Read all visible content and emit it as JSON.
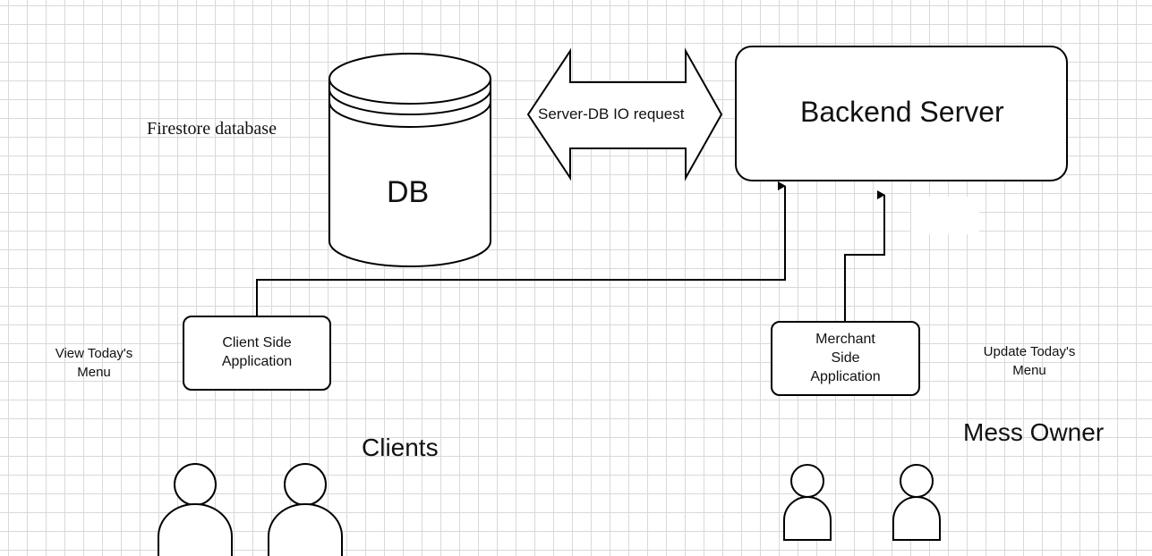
{
  "db": {
    "label": "DB",
    "caption": "Firestore database"
  },
  "io_arrow": {
    "label": "Server-DB IO request"
  },
  "server": {
    "label": "Backend Server"
  },
  "client_app": {
    "line1": "Client Side",
    "line2": "Application"
  },
  "merchant_app": {
    "line1": "Merchant",
    "line2": "Side",
    "line3": "Application"
  },
  "client_note": {
    "line1": "View Today's",
    "line2": "Menu"
  },
  "merchant_note": {
    "line1": "Update Today's",
    "line2": "Menu"
  },
  "clients_group": {
    "label": "Clients"
  },
  "owner_group": {
    "label": "Mess Owner"
  }
}
